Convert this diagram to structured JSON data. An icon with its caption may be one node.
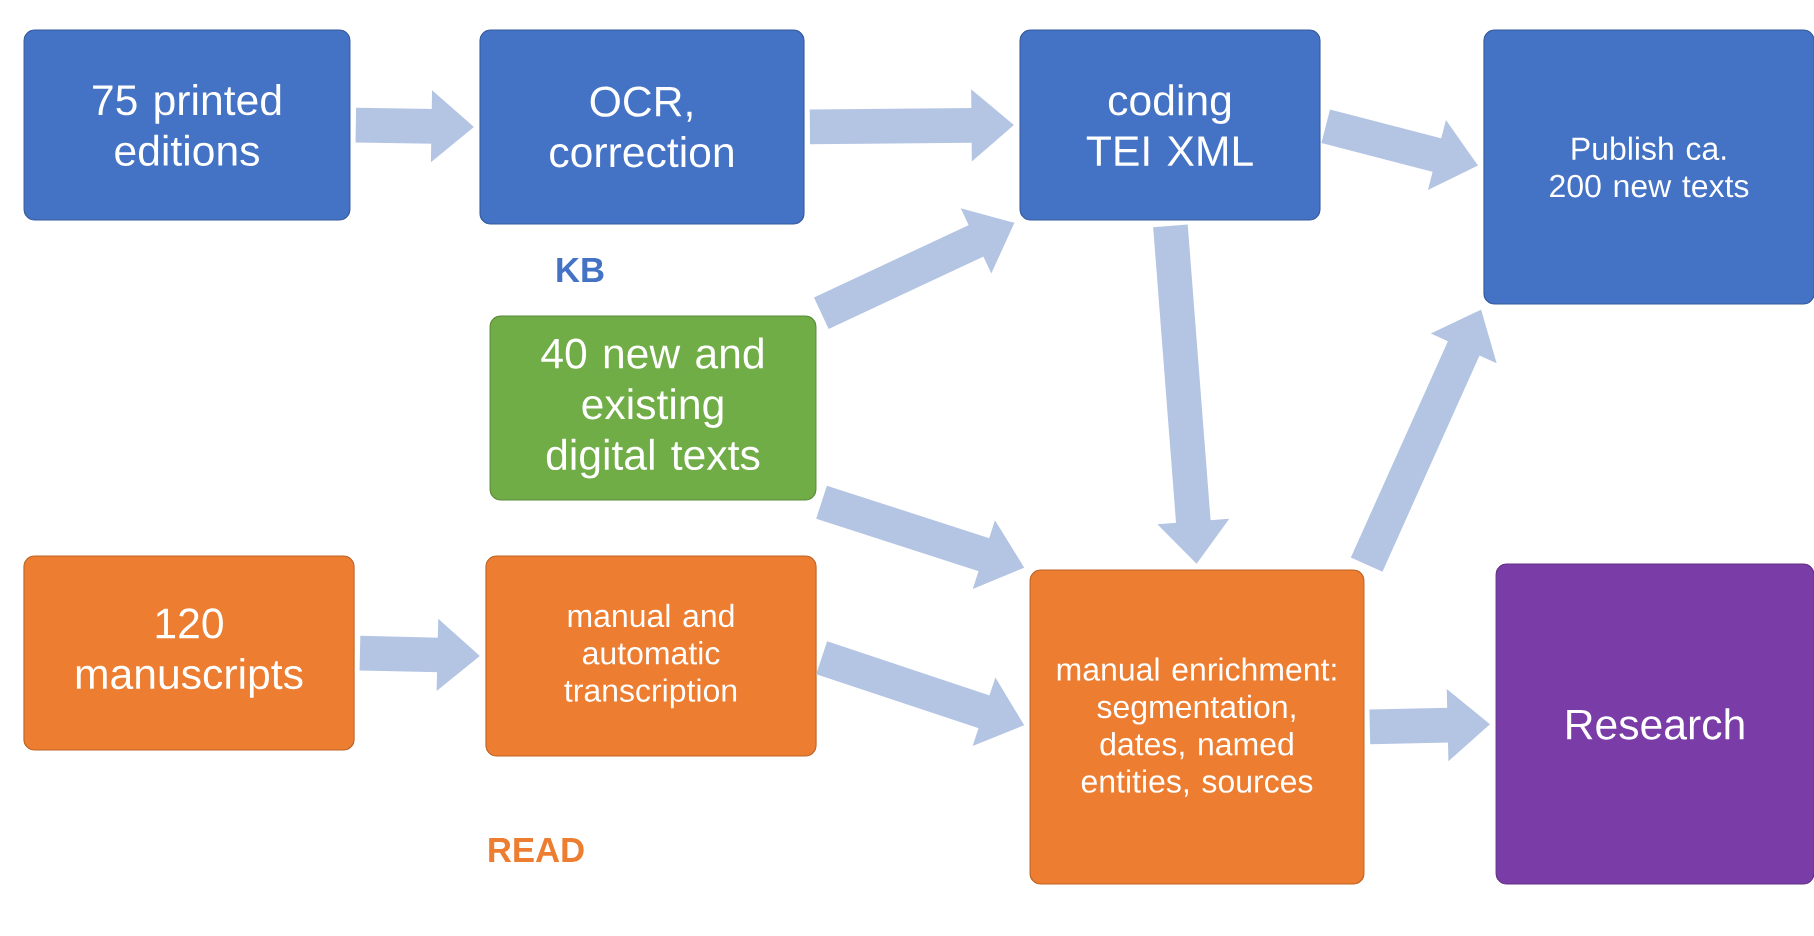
{
  "diagram": {
    "nodes": [
      {
        "text": [
          "75 printed editions"
        ]
      },
      {
        "text": [
          "OCR, correction"
        ]
      },
      {
        "text": [
          "coding TEI XML"
        ]
      },
      {
        "text": [
          "Publish ca. 200 new texts"
        ]
      },
      {
        "text": [
          "40 new and existing digital texts"
        ]
      },
      {
        "text": [
          "120 manuscripts"
        ]
      },
      {
        "text": [
          "manual and automatic transcription"
        ]
      },
      {
        "text": [
          "manual enrichment: segmentation, dates, named entities, sources"
        ]
      },
      {
        "text": [
          "Research"
        ]
      }
    ],
    "edges": [
      {
        "from": 0,
        "to": 1,
        "arrow": "to"
      },
      {
        "from": 1,
        "to": 2,
        "arrow": "to"
      },
      {
        "from": 2,
        "to": 3,
        "arrow": "to"
      },
      {
        "from": 4,
        "to": 2,
        "arrow": "to"
      },
      {
        "from": 4,
        "to": 7,
        "arrow": "to"
      },
      {
        "from": 2,
        "to": 7,
        "arrow": "to"
      },
      {
        "from": 7,
        "to": 3,
        "arrow": "to"
      },
      {
        "from": 5,
        "to": 6,
        "arrow": "to"
      },
      {
        "from": 6,
        "to": 7,
        "arrow": "to"
      },
      {
        "from": 7,
        "to": 8,
        "arrow": "to"
      }
    ],
    "labels": [
      "KB",
      "READ"
    ]
  }
}
